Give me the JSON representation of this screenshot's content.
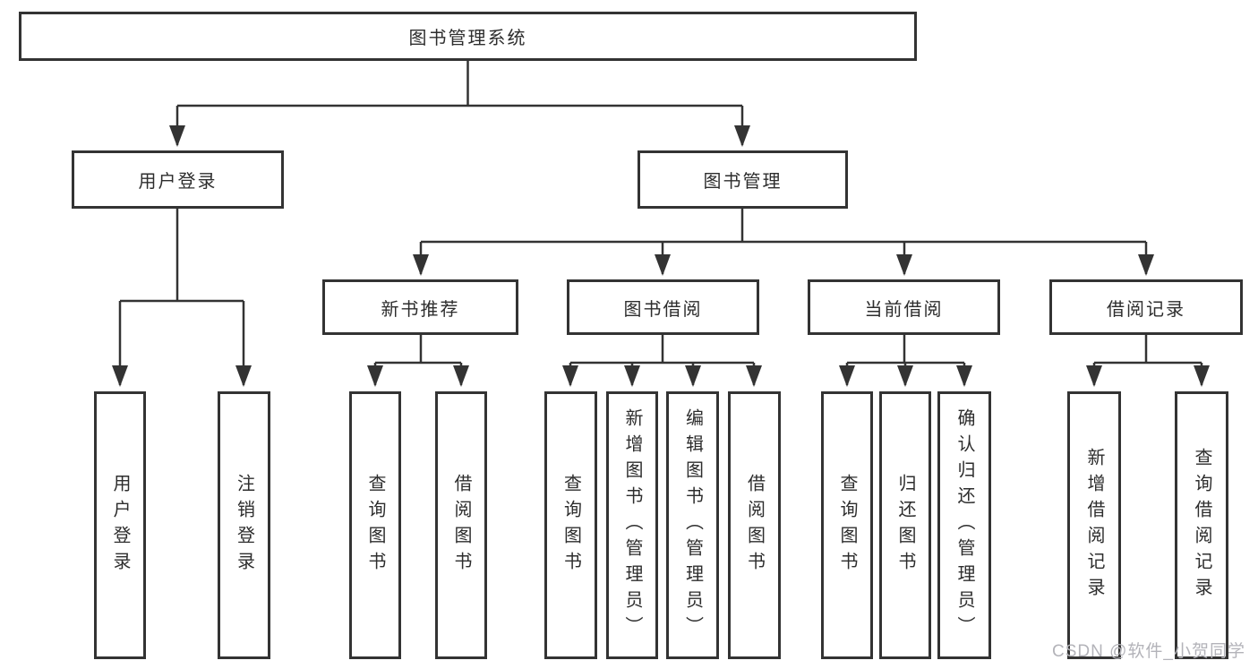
{
  "diagram_title": "图书管理系统",
  "watermark": "CSDN @软件_小贺同学",
  "colors": {
    "line": "#333333",
    "text": "#2d2d2d",
    "watermark": "#b3b3b9",
    "background": "#ffffff"
  },
  "tree": {
    "root": {
      "label": "图书管理系统"
    },
    "branches": [
      {
        "label": "用户登录",
        "children": [
          {
            "label": "用户登录"
          },
          {
            "label": "注销登录"
          }
        ]
      },
      {
        "label": "图书管理",
        "children": [
          {
            "label": "新书推荐",
            "children": [
              {
                "label": "查询图书"
              },
              {
                "label": "借阅图书"
              }
            ]
          },
          {
            "label": "图书借阅",
            "children": [
              {
                "label": "查询图书"
              },
              {
                "label": "新增图书（管理员）"
              },
              {
                "label": "编辑图书（管理员）"
              },
              {
                "label": "借阅图书"
              }
            ]
          },
          {
            "label": "当前借阅",
            "children": [
              {
                "label": "查询图书"
              },
              {
                "label": "归还图书"
              },
              {
                "label": "确认归还（管理员）"
              }
            ]
          },
          {
            "label": "借阅记录",
            "children": [
              {
                "label": "新增借阅记录"
              },
              {
                "label": "查询借阅记录"
              }
            ]
          }
        ]
      }
    ]
  }
}
